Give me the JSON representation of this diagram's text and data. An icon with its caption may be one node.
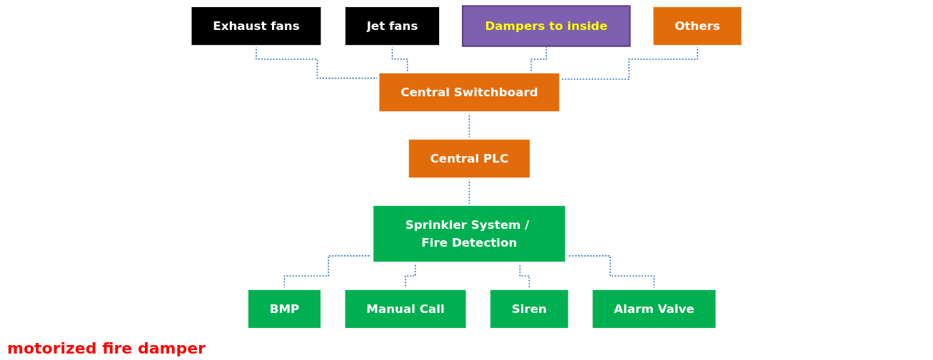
{
  "diagram": {
    "nodes": [
      {
        "text": [
          "Exhaust fans"
        ]
      },
      {
        "text": [
          "Jet fans"
        ]
      },
      {
        "text": [
          "Dampers to inside"
        ]
      },
      {
        "text": [
          "Others"
        ]
      },
      {
        "text": [
          "Central Switchboard"
        ]
      },
      {
        "text": [
          "Central PLC"
        ]
      },
      {
        "text": [
          "Sprinkler System / Fire Detection"
        ]
      },
      {
        "text": [
          "BMP"
        ]
      },
      {
        "text": [
          "Manual Call"
        ]
      },
      {
        "text": [
          "Siren"
        ]
      },
      {
        "text": [
          "Alarm Valve"
        ]
      }
    ],
    "edges": [
      {
        "from": 0,
        "to": 4,
        "arrow": "none",
        "style": "dashed"
      },
      {
        "from": 1,
        "to": 4,
        "arrow": "none",
        "style": "dashed"
      },
      {
        "from": 2,
        "to": 4,
        "arrow": "none",
        "style": "dashed"
      },
      {
        "from": 3,
        "to": 4,
        "arrow": "none",
        "style": "dashed"
      },
      {
        "from": 4,
        "to": 5,
        "arrow": "none",
        "style": "dashed"
      },
      {
        "from": 5,
        "to": 6,
        "arrow": "none",
        "style": "dashed"
      },
      {
        "from": 6,
        "to": 7,
        "arrow": "none",
        "style": "dashed"
      },
      {
        "from": 6,
        "to": 8,
        "arrow": "none",
        "style": "dashed"
      },
      {
        "from": 6,
        "to": 9,
        "arrow": "none",
        "style": "dashed"
      },
      {
        "from": 6,
        "to": 10,
        "arrow": "none",
        "style": "dashed"
      }
    ],
    "labels": [
      "motorized fire damper"
    ]
  }
}
